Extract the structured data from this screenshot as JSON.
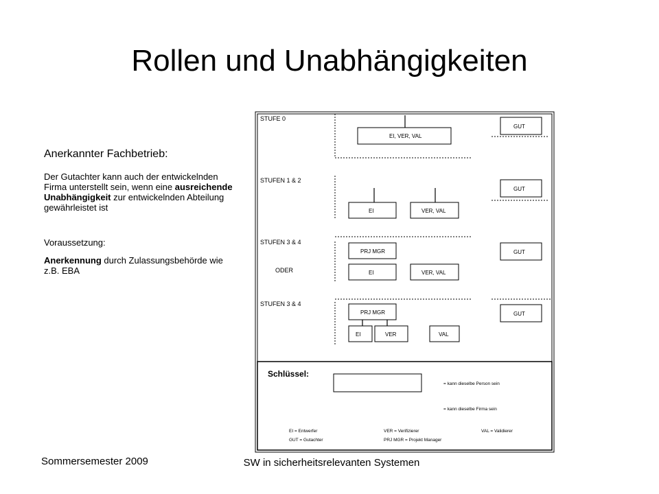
{
  "title": "Rollen und Unabhängigkeiten",
  "left": {
    "heading": "Anerkannter Fachbetrieb:",
    "para1_a": "Der Gutachter kann auch der entwickelnden Firma unterstellt sein, wenn eine ",
    "para1_bold": "ausreichende Unabhängigkeit",
    "para1_b": " zur entwickelnden Abteilung gewährleistet ist",
    "heading2": "Voraussetzung:",
    "para2_bold": "Anerkennung",
    "para2_b": " durch Zulassungsbehörde wie z.B. EBA"
  },
  "diagram": {
    "stufe0": "STUFE 0",
    "stufen12": "STUFEN 1 & 2",
    "stufen34a": "STUFEN 3 & 4",
    "oder": "ODER",
    "stufen34b": "STUFEN 3 & 4",
    "ei_ver_val": "EI, VER, VAL",
    "ei": "EI",
    "ver_val": "VER, VAL",
    "prj_mgr": "PRJ MGR",
    "ver": "VER",
    "val": "VAL",
    "gut": "GUT"
  },
  "legend": {
    "title": "Schlüssel:",
    "same_person": "= kann dieselbe Person sein",
    "same_company": "= kann dieselbe Firma sein",
    "ei_def": "EI = Entwerfer",
    "ver_def": "VER = Verifizierer",
    "val_def": "VAL = Validierer",
    "gut_def": "GUT = Gutachter",
    "prj_def": "PRJ MGR = Projekt Manager"
  },
  "footer": {
    "left": "Sommersemester 2009",
    "center": "SW in sicherheitsrelevanten Systemen"
  }
}
